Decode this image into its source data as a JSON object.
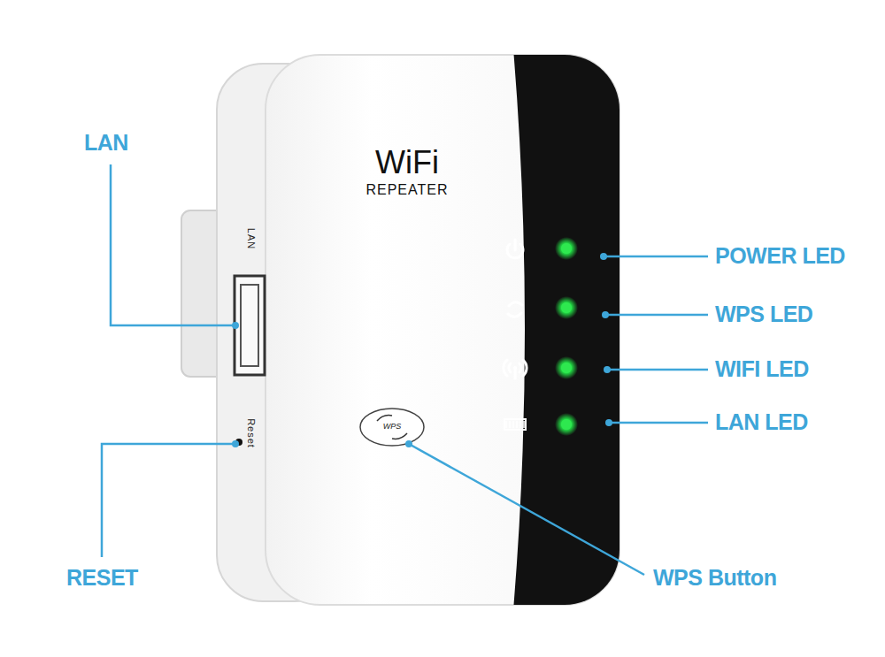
{
  "diagram": {
    "nodes": [
      {
        "text": [
          "WiFi",
          "REPEATER"
        ]
      },
      {
        "text": [
          "WPS"
        ],
        "in": 0
      }
    ],
    "labels": [
      "LAN",
      "RESET",
      "POWER LED",
      "WPS LED",
      "WIFI LED",
      "LAN LED",
      "WPS Button",
      "LAN",
      "Reset"
    ]
  }
}
